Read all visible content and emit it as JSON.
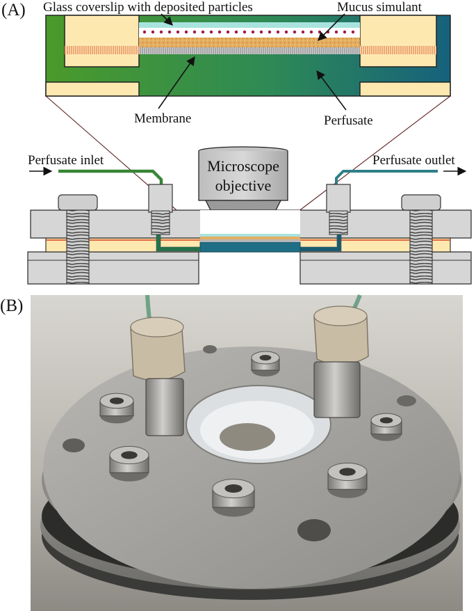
{
  "panel_a": {
    "label": "(A)",
    "annotations": {
      "coverslip": "Glass coverslip with deposited particles",
      "mucus": "Mucus simulant",
      "membrane": "Membrane",
      "perfusate": "Perfusate",
      "inlet": "Perfusate inlet",
      "outlet": "Perfusate outlet",
      "objective_line1": "Microscope",
      "objective_line2": "objective"
    }
  },
  "panel_b": {
    "label": "(B)"
  },
  "colors": {
    "perfusate_green": "#3e9a3a",
    "perfusate_teal": "#1f6e86",
    "plate_gray": "#d6d6d6",
    "gasket_cream": "#fde8b0",
    "mucus_orange": "#e0a85a",
    "particle_red": "#a01840",
    "coverslip_cyan": "#a9e3df"
  }
}
